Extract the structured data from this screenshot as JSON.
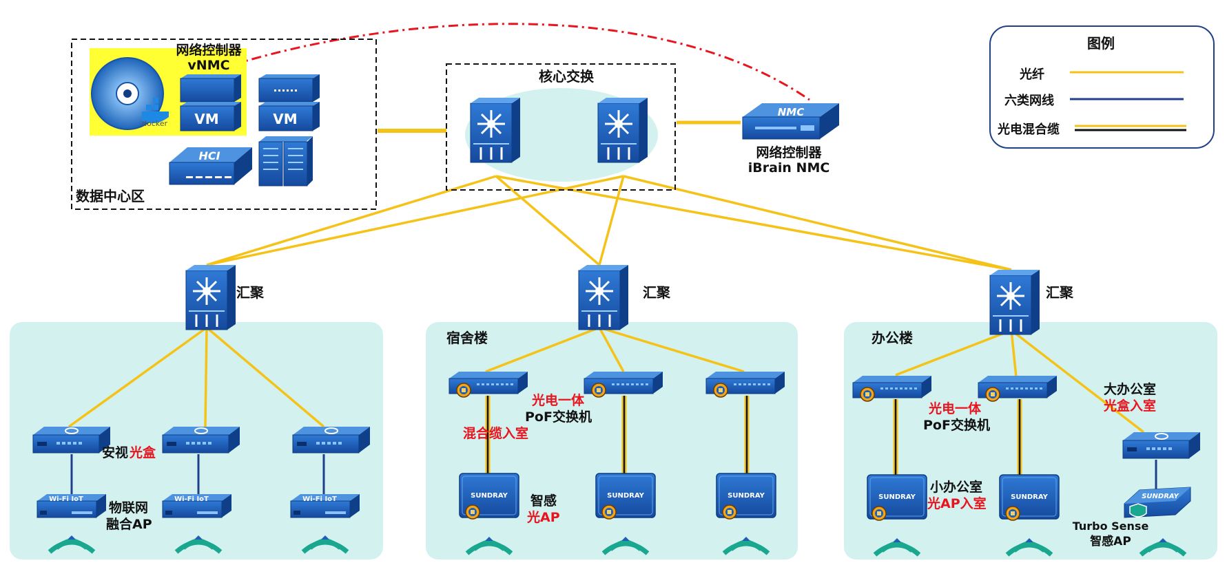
{
  "datacenter": {
    "title": "数据中心区",
    "vnmc_label_line1": "网络控制器",
    "vnmc_label_line2": "vNMC",
    "vm_label": "VM",
    "hci_label": "HCI",
    "docker_label": "docker"
  },
  "core": {
    "title": "核心交换"
  },
  "nmc": {
    "device_label": "NMC",
    "label_line1": "网络控制器",
    "label_line2": "iBrain NMC"
  },
  "legend": {
    "title": "图例",
    "items": [
      {
        "label": "光纤",
        "color": "#f5c218"
      },
      {
        "label": "六类网线",
        "color": "#1f3f8a"
      },
      {
        "label": "光电混合缆",
        "color": "#f5c218",
        "color2": "#111111"
      }
    ]
  },
  "aggregation_label": "汇聚",
  "zones": {
    "left": {
      "box_label": "安视",
      "box_label_red": "光盒",
      "ap_label_line1": "物联网",
      "ap_label_line2": "融合AP",
      "ap_text": "Wi-Fi   IoT"
    },
    "dorm": {
      "title": "宿舍楼",
      "switch_label_red": "光电一体",
      "switch_label": "PoF交换机",
      "cable_label_red": "混合缆入室",
      "ap_label": "智感",
      "ap_label_red": "光AP",
      "ap_brand": "SUNDRAY"
    },
    "office": {
      "title": "办公楼",
      "switch_label_red": "光电一体",
      "switch_label": "PoF交换机",
      "small_office_label": "小办公室",
      "small_office_red": "光AP入室",
      "big_office_label": "大办公室",
      "big_office_red": "光盒入室",
      "turbo_label_line1": "Turbo Sense",
      "turbo_label_line2": "智感AP",
      "ap_brand": "SUNDRAY"
    }
  },
  "colors": {
    "fiber": "#f5c218",
    "cat6": "#1f3f8a",
    "controller_link": "#e8141e",
    "zone_bg": "#d3f1ef",
    "device_blue": "#1e5fb4",
    "device_dark": "#123e86",
    "highlight": "#ffff33"
  }
}
